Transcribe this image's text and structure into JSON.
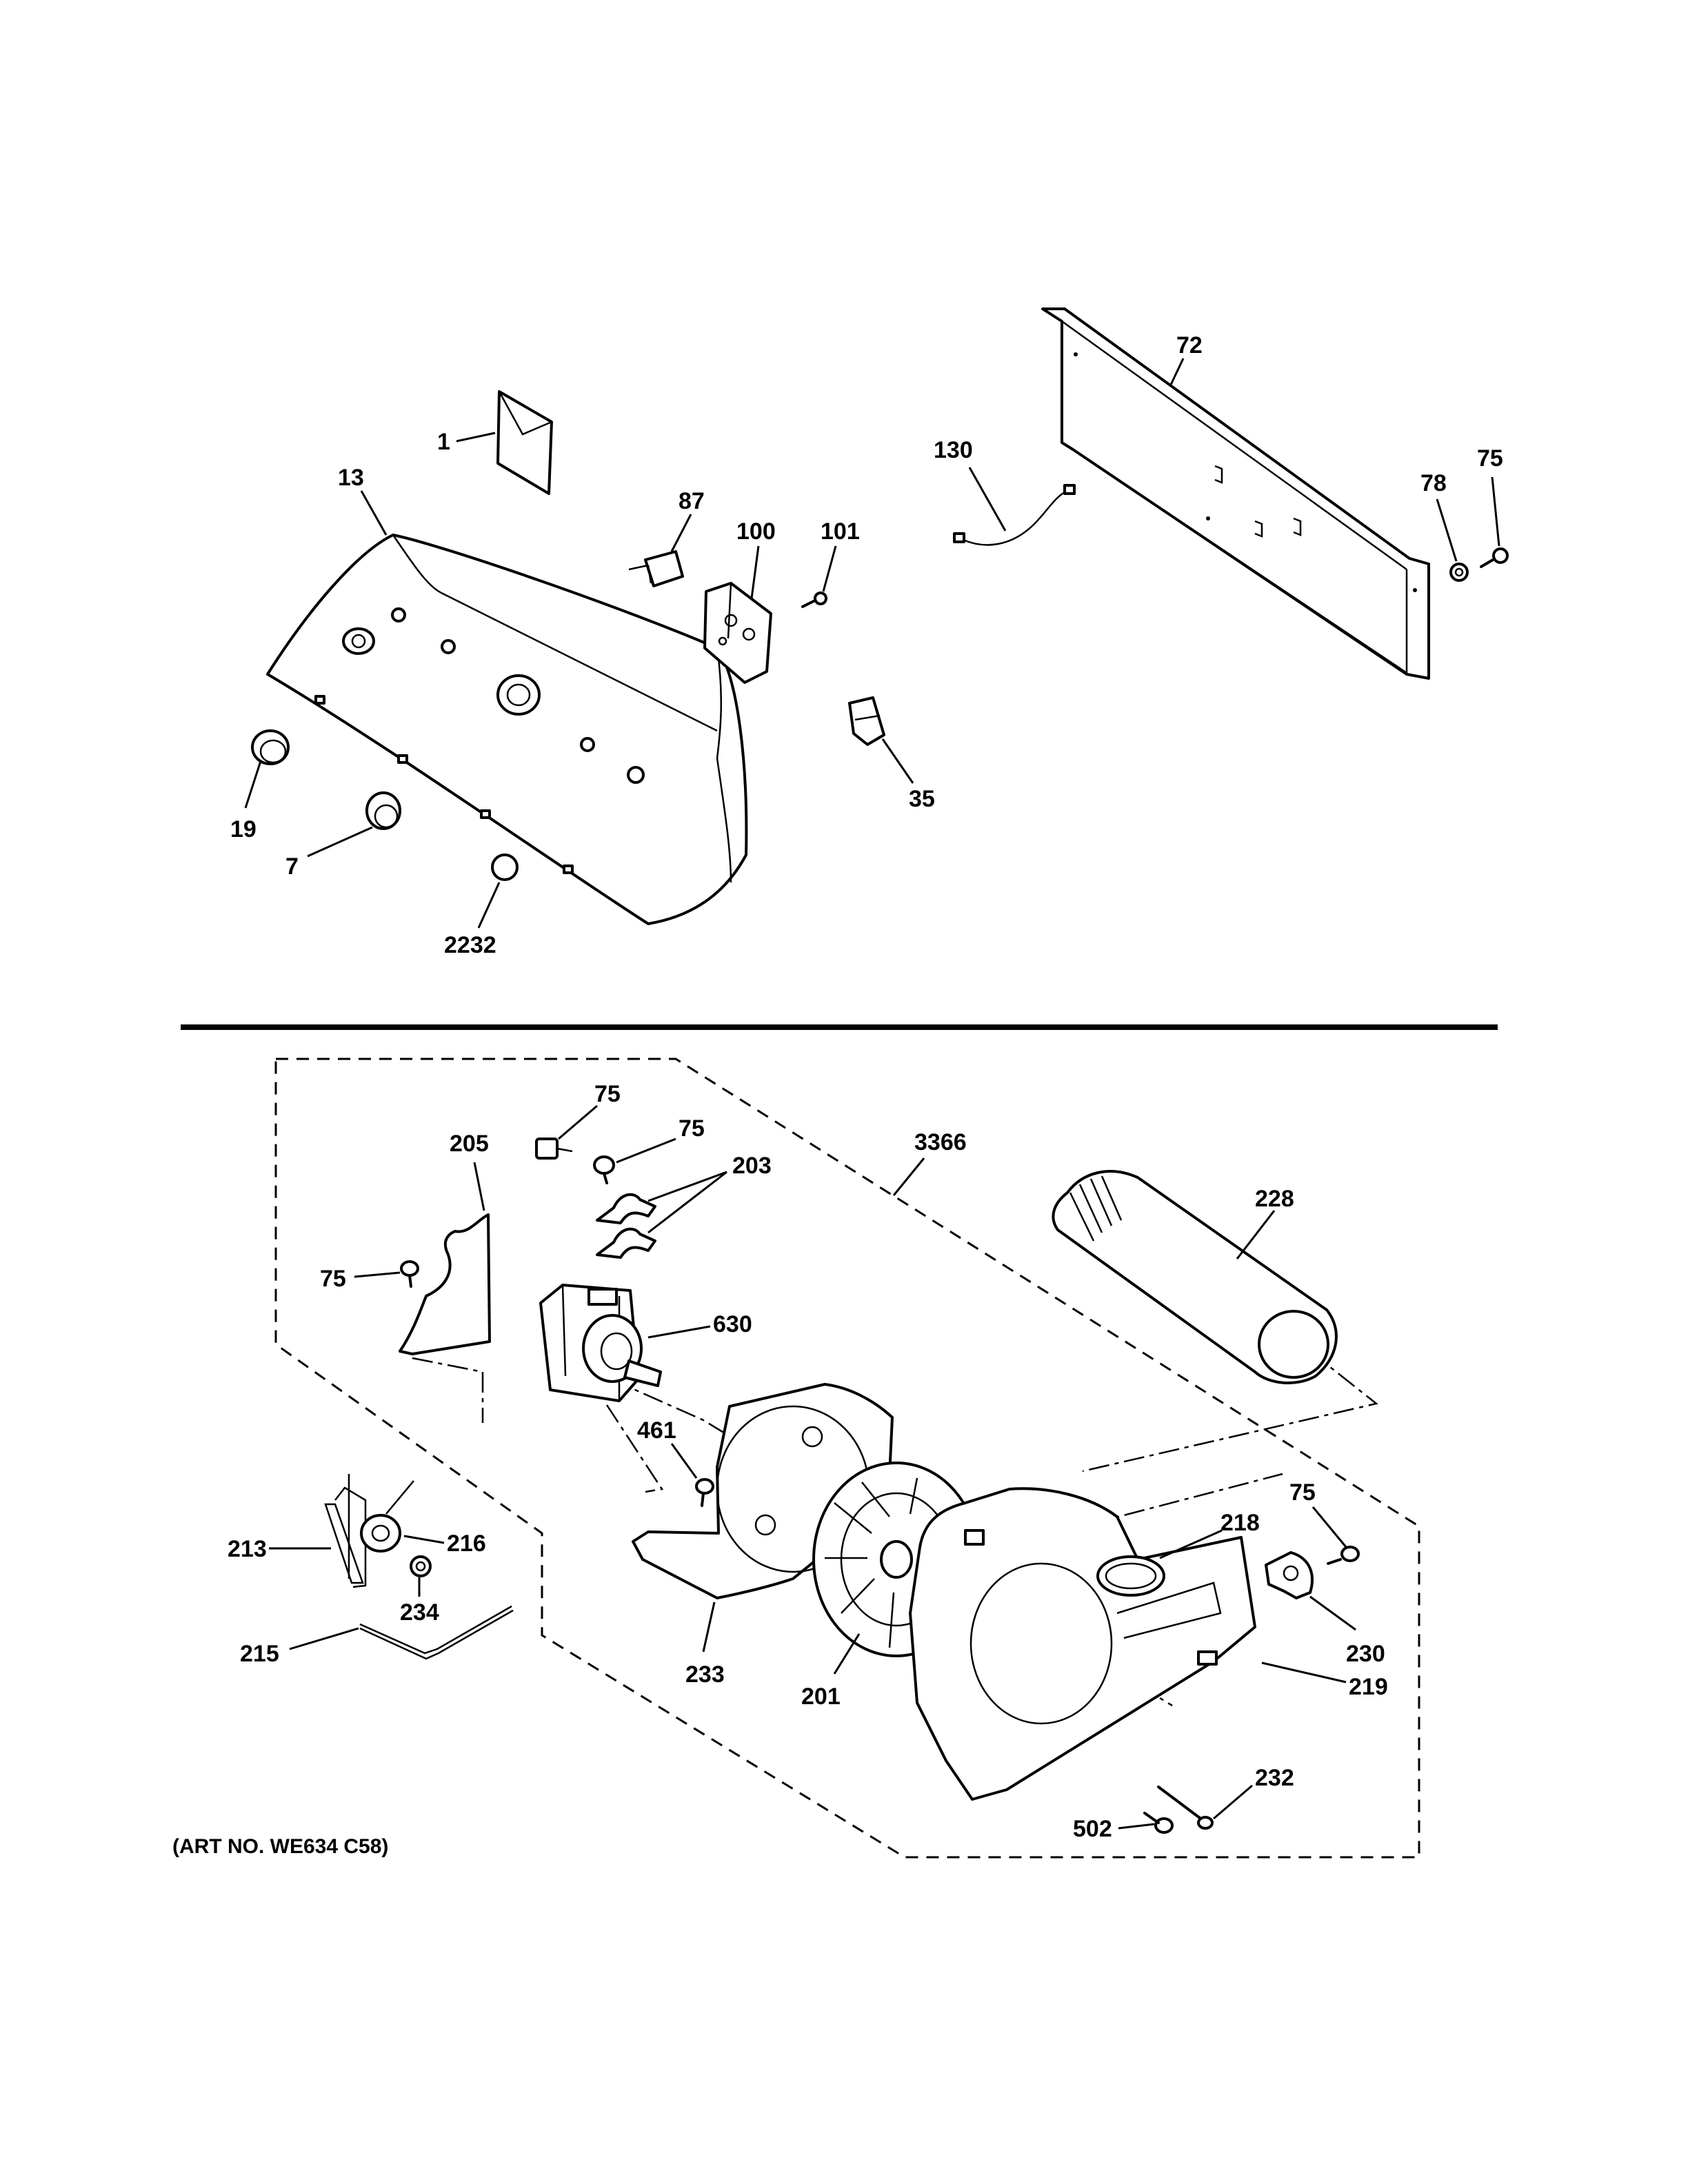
{
  "diagram": {
    "art_number": "(ART NO. WE634 C58)",
    "callouts": {
      "c1": "1",
      "c13": "13",
      "c19": "19",
      "c7": "7",
      "c2232": "2232",
      "c87": "87",
      "c100": "100",
      "c101": "101",
      "c35": "35",
      "c130": "130",
      "c72": "72",
      "c78": "78",
      "c75_top": "75",
      "c75_a": "75",
      "c75_b": "75",
      "c205": "205",
      "c203": "203",
      "c3366": "3366",
      "c228": "228",
      "c75_c": "75",
      "c630": "630",
      "c461": "461",
      "c213": "213",
      "c216": "216",
      "c234": "234",
      "c215": "215",
      "c233": "233",
      "c201": "201",
      "c218": "218",
      "c75_d": "75",
      "c230": "230",
      "c219": "219",
      "c232": "232",
      "c502": "502"
    }
  }
}
